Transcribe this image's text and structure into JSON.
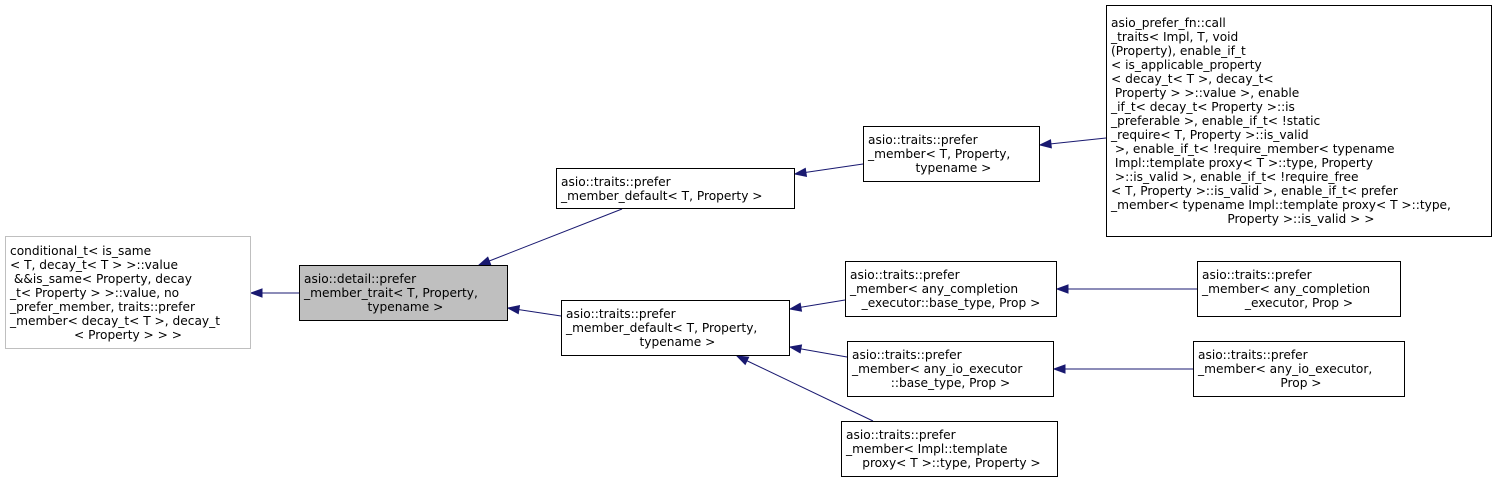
{
  "nodes": [
    {
      "id": "base",
      "lines": [
        "conditional_t< is_same",
        "< T, decay_t< T > >::value",
        " &&is_same< Property, decay",
        "_t< Property > >::value, no",
        "_prefer_member, traits::prefer",
        "_member< decay_t< T >, decay_t",
        "< Property > > >"
      ],
      "align": [
        "left",
        "left",
        "left",
        "left",
        "left",
        "left",
        "center"
      ]
    },
    {
      "id": "current",
      "lines": [
        "asio::detail::prefer",
        "_member_trait< T, Property,",
        " typename >"
      ],
      "align": [
        "left",
        "left",
        "center"
      ]
    },
    {
      "id": "default2",
      "lines": [
        "asio::traits::prefer",
        "_member_default< T, Property >"
      ],
      "align": [
        "left",
        "left"
      ]
    },
    {
      "id": "default3",
      "lines": [
        "asio::traits::prefer",
        "_member_default< T, Property,",
        " typename >"
      ],
      "align": [
        "left",
        "left",
        "center"
      ]
    },
    {
      "id": "member3",
      "lines": [
        "asio::traits::prefer",
        "_member< T, Property,",
        " typename >"
      ],
      "align": [
        "left",
        "left",
        "center"
      ]
    },
    {
      "id": "call",
      "lines": [
        "asio_prefer_fn::call",
        "_traits< Impl, T, void",
        "(Property), enable_if_t",
        "< is_applicable_property",
        "< decay_t< T >, decay_t<",
        " Property > >::value >, enable",
        "_if_t< decay_t< Property >::is",
        "_preferable >, enable_if_t< !static",
        "_require< T, Property >::is_valid",
        " >, enable_if_t< !require_member< typename",
        " Impl::template proxy< T >::type, Property",
        " >::is_valid >, enable_if_t< !require_free",
        "< T, Property >::is_valid >, enable_if_t< prefer",
        "_member< typename Impl::template proxy< T >::type,",
        " Property >::is_valid > >"
      ],
      "align": [
        "left",
        "left",
        "left",
        "left",
        "left",
        "left",
        "left",
        "left",
        "left",
        "left",
        "left",
        "left",
        "left",
        "left",
        "center"
      ]
    },
    {
      "id": "anycomp_base",
      "lines": [
        "asio::traits::prefer",
        "_member< any_completion",
        "_executor::base_type, Prop >"
      ],
      "align": [
        "left",
        "left",
        "center"
      ]
    },
    {
      "id": "anycomp",
      "lines": [
        "asio::traits::prefer",
        "_member< any_completion",
        "_executor, Prop >"
      ],
      "align": [
        "left",
        "left",
        "center"
      ]
    },
    {
      "id": "anyio_base",
      "lines": [
        "asio::traits::prefer",
        "_member< any_io_executor",
        "::base_type, Prop >"
      ],
      "align": [
        "left",
        "left",
        "center"
      ]
    },
    {
      "id": "anyio",
      "lines": [
        "asio::traits::prefer",
        "_member< any_io_executor,",
        " Prop >"
      ],
      "align": [
        "left",
        "left",
        "center"
      ]
    },
    {
      "id": "proxy",
      "lines": [
        "asio::traits::prefer",
        "_member< Impl::template",
        " proxy< T >::type, Property >"
      ],
      "align": [
        "left",
        "left",
        "center"
      ]
    }
  ]
}
